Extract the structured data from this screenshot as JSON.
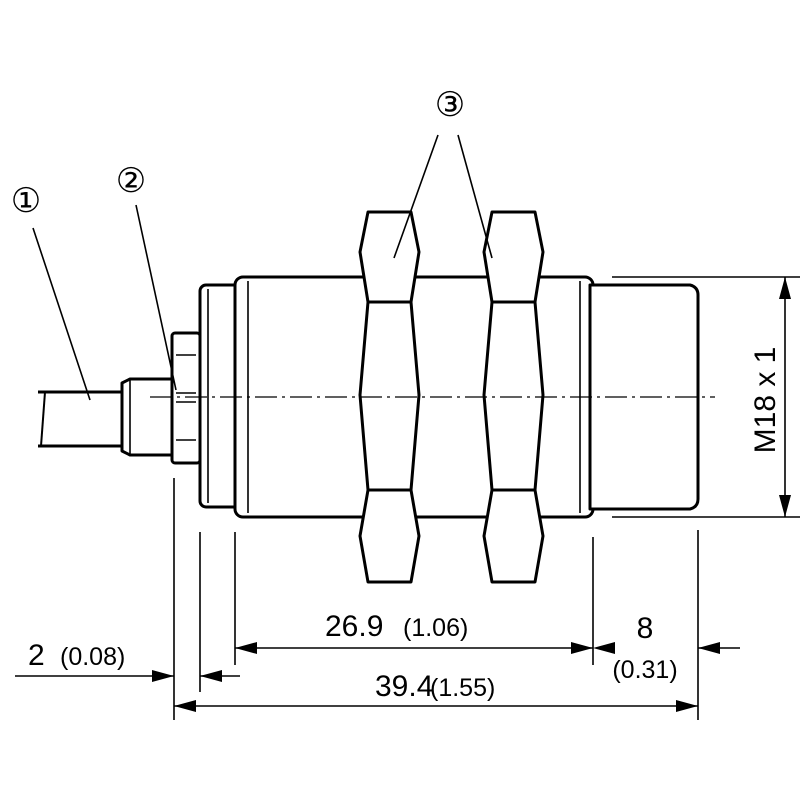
{
  "callouts": {
    "c1": "①",
    "c2": "②",
    "c3": "③"
  },
  "dimensions": {
    "thread": "M18 x 1",
    "d_cable_nut": {
      "value": "2",
      "unit_alt": "(0.08)"
    },
    "d_body": {
      "value": "26.9",
      "unit_alt": "(1.06)"
    },
    "d_tip": {
      "value": "8",
      "unit_alt": "(0.31)"
    },
    "d_total": {
      "value": "39.4",
      "unit_alt": "(1.55)"
    }
  },
  "colors": {
    "line": "#000000",
    "background": "#ffffff"
  }
}
